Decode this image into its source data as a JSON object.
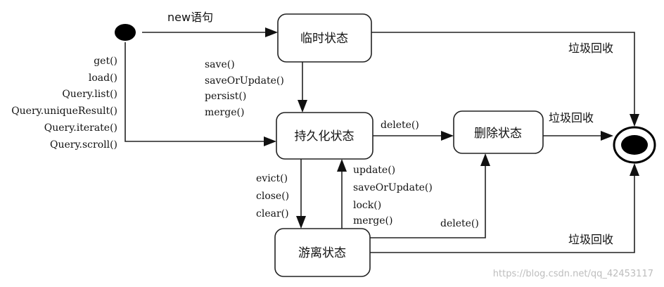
{
  "states": {
    "transient": "临时状态",
    "persistent": "持久化状态",
    "removed": "删除状态",
    "detached": "游离状态"
  },
  "edges": {
    "new_statement": "new语句",
    "gc": "垃圾回收",
    "delete": "delete()",
    "to_persistent_from_transient": [
      "save()",
      "saveOrUpdate()",
      "persist()",
      "merge()"
    ],
    "to_persistent_from_start": [
      "get()",
      "load()",
      "Query.list()",
      "Query.uniqueResult()",
      "Query.iterate()",
      "Query.scroll()"
    ],
    "to_detached": [
      "evict()",
      "close()",
      "clear()"
    ],
    "to_persistent_from_detached": [
      "update()",
      "saveOrUpdate()",
      "lock()",
      "merge()"
    ]
  },
  "watermark": "https://blog.csdn.net/qq_42453117"
}
